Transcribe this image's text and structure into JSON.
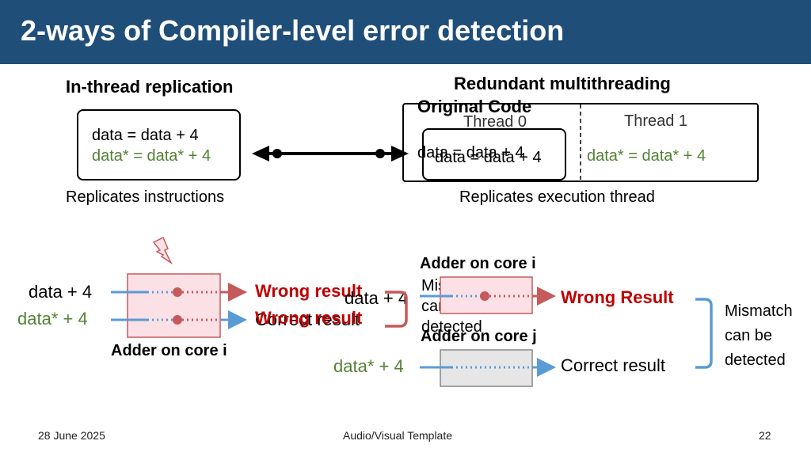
{
  "slide": {
    "title": "2-ways of Compiler-level error detection",
    "footer": {
      "date": "28 June 2025",
      "center": "Audio/Visual Template",
      "page": "22"
    }
  },
  "top": {
    "left_heading": "In-thread replication",
    "left_code": [
      "data = data + 4",
      "data* = data* + 4"
    ],
    "left_caption": "Replicates instructions",
    "right_heading": "Redundant multithreading",
    "original_code": "Original Code",
    "thread0": "Thread 0",
    "thread1": "Thread 1",
    "orig_line": "data = data + 4",
    "thread0_line": "data = data + 4",
    "thread1_line": "data* = data* + 4",
    "right_caption": "Replicates execution thread"
  },
  "bottom_left": {
    "in1": "data + 4",
    "in2": "data* + 4",
    "out1": "Wrong result",
    "out2_a": "Correct result",
    "out2_b": "Wrong result",
    "adder_label": "Adder on core i"
  },
  "bottom_right": {
    "adder_i": "Adder on core i",
    "in1": "data + 4",
    "mismatch_small": "Mismatch can be detected",
    "out1": "Wrong Result",
    "adder_j": "Adder on core j",
    "in2": "data* + 4",
    "out2": "Correct result",
    "mismatch": [
      "Mismatch",
      "can be",
      "detected"
    ]
  },
  "colors": {
    "header": "#1f4e79",
    "green": "#548235",
    "red": "#c00000",
    "blue": "#5b9bd5",
    "pink": "#fbe0e6",
    "gray": "#e6e6e6"
  }
}
